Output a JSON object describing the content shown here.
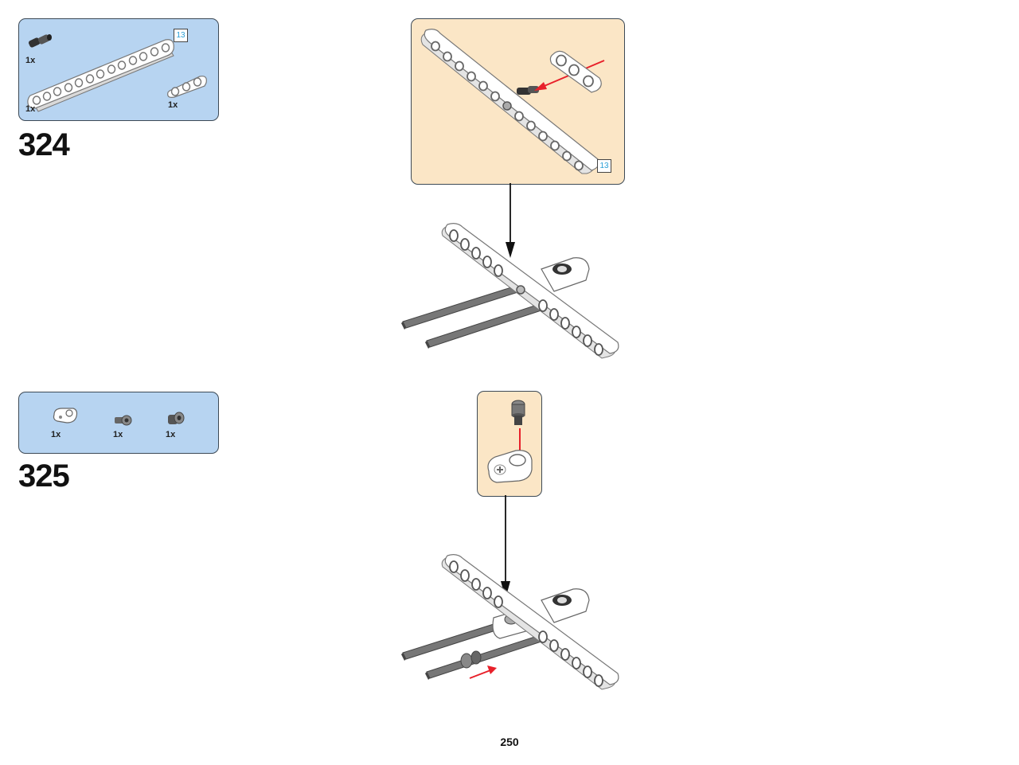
{
  "page_number": "250",
  "steps": [
    {
      "number": "324",
      "parts": [
        {
          "qty": "1x",
          "icon": "axle-pin-icon"
        },
        {
          "qty": "1x",
          "icon": "beam-13-icon"
        },
        {
          "qty": "1x",
          "icon": "beam-3-icon"
        }
      ],
      "length_badge": "13",
      "subassembly_badge": "13"
    },
    {
      "number": "325",
      "parts": [
        {
          "qty": "1x",
          "icon": "cross-block-icon"
        },
        {
          "qty": "1x",
          "icon": "bush-icon"
        },
        {
          "qty": "1x",
          "icon": "pin-icon"
        }
      ]
    }
  ],
  "colors": {
    "parts_box": "#b7d4f1",
    "subassembly_box": "#fbe6c6",
    "arrow_red": "#e8202a",
    "length_badge_text": "#2a9fd6"
  }
}
